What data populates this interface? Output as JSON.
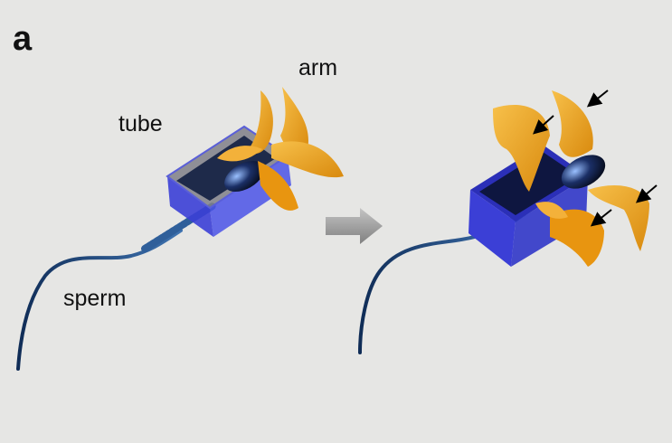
{
  "figure": {
    "panel_letter": "a",
    "labels": {
      "arm": "arm",
      "tube": "tube",
      "sperm": "sperm"
    }
  },
  "colors": {
    "background": "#e6e6e4",
    "tube_blue": "#3b3fd6",
    "tube_grey": "#8a8a90",
    "arm_orange": "#f0a21c",
    "sperm_blue": "#1c3f73",
    "arrow_grey": "#9a9a9a"
  }
}
